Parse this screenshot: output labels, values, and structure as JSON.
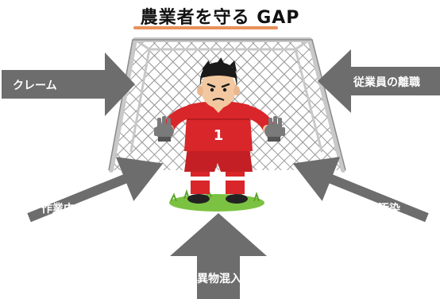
{
  "header": {
    "title": "農業者を守る GAP"
  },
  "threats": {
    "claim": "クレーム",
    "employee_turnover": "従業員の離職",
    "work_accident": "作業中の事故",
    "product_contamination": "農産物の汚染",
    "foreign_matter": "異物混入"
  },
  "keeper": {
    "jersey_number": "1"
  },
  "colors": {
    "arrow": "#6d6d6d",
    "title_underline": "#e8915a",
    "jersey": "#d9262a",
    "goal_frame": "#c8c8c8",
    "grass": "#7cc242"
  }
}
